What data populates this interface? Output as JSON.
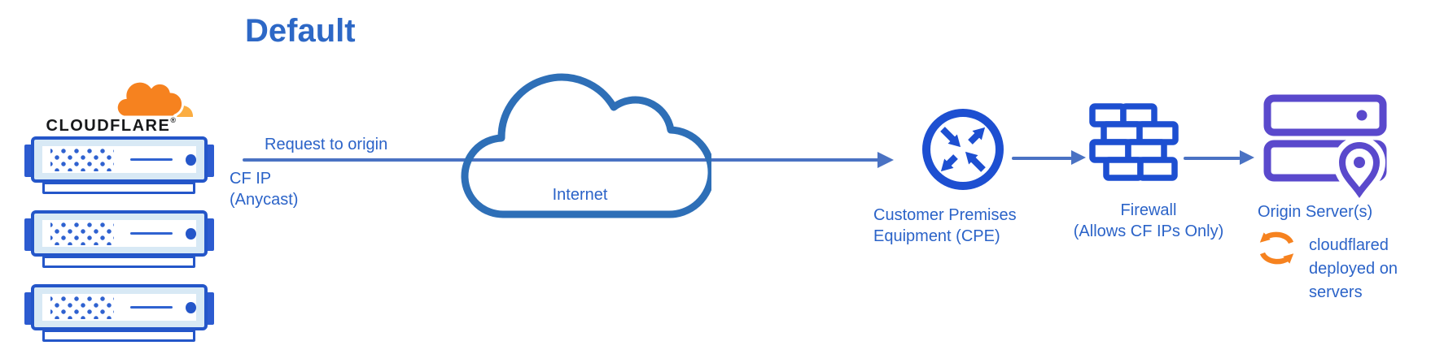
{
  "title": "Default",
  "cloudflare": {
    "wordmark": "CLOUDFLARE",
    "registered": "®"
  },
  "flow": {
    "request_label": "Request to origin",
    "source_ip_line1": "CF IP",
    "source_ip_line2": "(Anycast)"
  },
  "nodes": {
    "internet": {
      "label": "Internet"
    },
    "cpe": {
      "label_line1": "Customer Premises",
      "label_line2": "Equipment (CPE)"
    },
    "firewall": {
      "label_line1": "Firewall",
      "label_line2": "(Allows CF IPs Only)"
    },
    "origin": {
      "label": "Origin Server(s)",
      "note_line1": "cloudflared",
      "note_line2": "deployed on",
      "note_line3": "servers"
    }
  },
  "colors": {
    "brand_orange": "#f6821f",
    "brand_orange_light": "#fbad41",
    "icon_blue": "#1d4fd1",
    "arrow_blue": "#4a72c3",
    "label_blue": "#2b63c8",
    "cloud_stroke_blue": "#2e6fb7",
    "origin_purple": "#5a49cc",
    "wordmark_black": "#17181a",
    "server_fill": "#d8e9f5"
  }
}
